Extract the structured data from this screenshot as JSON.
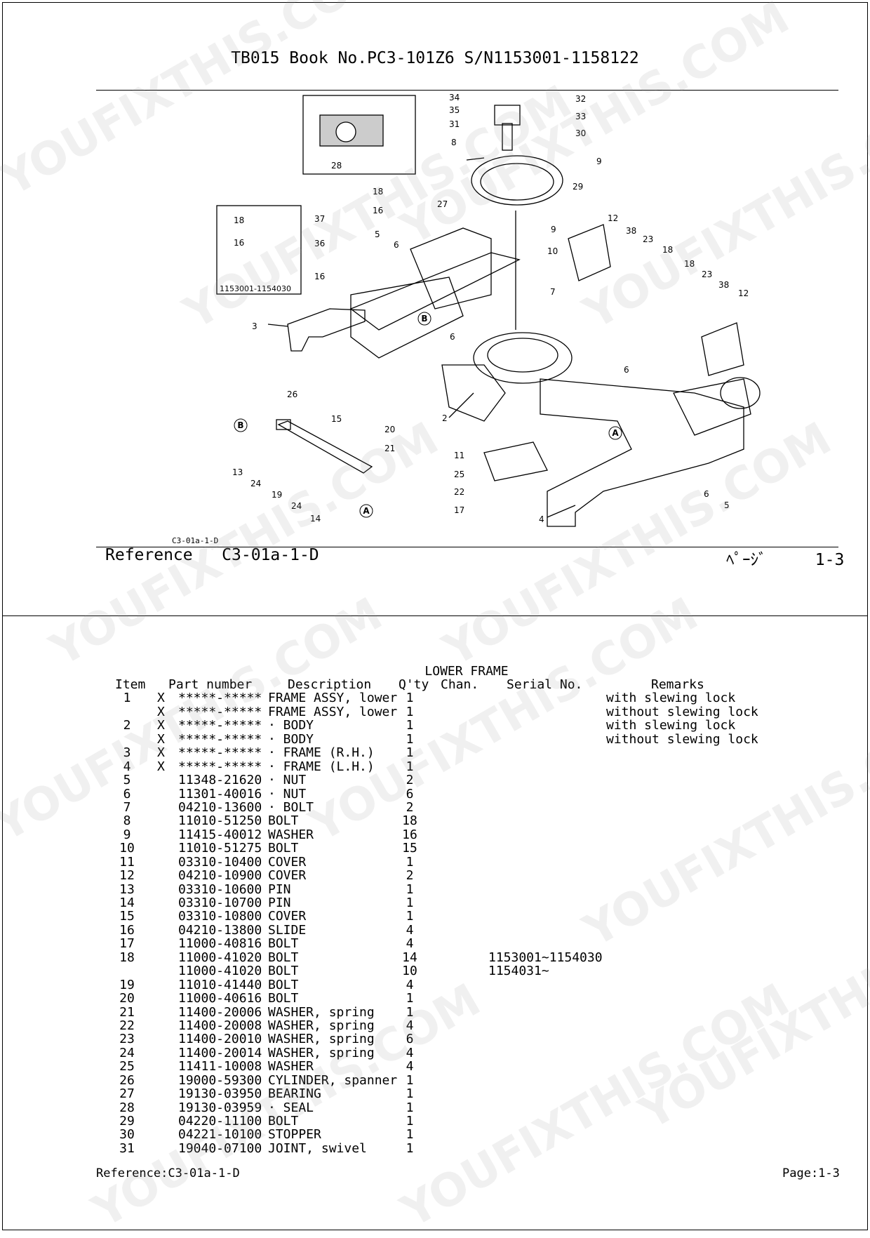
{
  "header": {
    "title": "TB015   Book No.PC3-101Z6 S/N1153001-1158122"
  },
  "diagram": {
    "inset_top": {
      "label": "28"
    },
    "inset_left": {
      "serial_range": "1153001-1154030",
      "labels": [
        "18",
        "16",
        "37",
        "36",
        "16"
      ]
    },
    "callouts": [
      "34",
      "35",
      "31",
      "8",
      "32",
      "33",
      "30",
      "9",
      "29",
      "27",
      "18",
      "16",
      "5",
      "6",
      "12",
      "38",
      "23",
      "18",
      "9",
      "10",
      "18",
      "23",
      "38",
      "12",
      "7",
      "3",
      "6",
      "6",
      "26",
      "15",
      "20",
      "21",
      "2",
      "11",
      "25",
      "22",
      "17",
      "4",
      "13",
      "24",
      "19",
      "24",
      "14",
      "6",
      "5"
    ],
    "circle_labels": [
      "B",
      "B",
      "A",
      "A"
    ],
    "tiny_ref": "C3-01a-1-D"
  },
  "footer_top": {
    "reference_label": "Reference",
    "reference_code": "C3-01a-1-D",
    "page_label": "ﾍﾟｰｼﾞ",
    "page_number": "1-3"
  },
  "parts_table": {
    "title": "LOWER FRAME",
    "headers": {
      "item": "Item",
      "part_number": "Part number",
      "description": "Description",
      "qty": "Q'ty",
      "chan": "Chan.",
      "serial": "Serial No.",
      "remarks": "Remarks"
    },
    "rows": [
      {
        "item": "1",
        "x": "X",
        "part": "*****-*****",
        "desc": "FRAME ASSY, lower",
        "qty": "1",
        "serial": "",
        "remarks": "with slewing lock"
      },
      {
        "item": "",
        "x": "X",
        "part": "*****-*****",
        "desc": "FRAME ASSY, lower",
        "qty": "1",
        "serial": "",
        "remarks": "without slewing lock"
      },
      {
        "item": "2",
        "x": "X",
        "part": "*****-*****",
        "desc": "· BODY",
        "qty": "1",
        "serial": "",
        "remarks": "with slewing lock"
      },
      {
        "item": "",
        "x": "X",
        "part": "*****-*****",
        "desc": "· BODY",
        "qty": "1",
        "serial": "",
        "remarks": "without slewing lock"
      },
      {
        "item": "3",
        "x": "X",
        "part": "*****-*****",
        "desc": "· FRAME (R.H.)",
        "qty": "1",
        "serial": "",
        "remarks": ""
      },
      {
        "item": "4",
        "x": "X",
        "part": "*****-*****",
        "desc": "· FRAME (L.H.)",
        "qty": "1",
        "serial": "",
        "remarks": ""
      },
      {
        "item": "5",
        "x": "",
        "part": "11348-21620",
        "desc": "· NUT",
        "qty": "2",
        "serial": "",
        "remarks": ""
      },
      {
        "item": "6",
        "x": "",
        "part": "11301-40016",
        "desc": "· NUT",
        "qty": "6",
        "serial": "",
        "remarks": ""
      },
      {
        "item": "7",
        "x": "",
        "part": "04210-13600",
        "desc": "· BOLT",
        "qty": "2",
        "serial": "",
        "remarks": ""
      },
      {
        "item": "8",
        "x": "",
        "part": "11010-51250",
        "desc": "BOLT",
        "qty": "18",
        "serial": "",
        "remarks": ""
      },
      {
        "item": "9",
        "x": "",
        "part": "11415-40012",
        "desc": "WASHER",
        "qty": "16",
        "serial": "",
        "remarks": ""
      },
      {
        "item": "10",
        "x": "",
        "part": "11010-51275",
        "desc": "BOLT",
        "qty": "15",
        "serial": "",
        "remarks": ""
      },
      {
        "item": "11",
        "x": "",
        "part": "03310-10400",
        "desc": "COVER",
        "qty": "1",
        "serial": "",
        "remarks": ""
      },
      {
        "item": "12",
        "x": "",
        "part": "04210-10900",
        "desc": "COVER",
        "qty": "2",
        "serial": "",
        "remarks": ""
      },
      {
        "item": "13",
        "x": "",
        "part": "03310-10600",
        "desc": "PIN",
        "qty": "1",
        "serial": "",
        "remarks": ""
      },
      {
        "item": "14",
        "x": "",
        "part": "03310-10700",
        "desc": "PIN",
        "qty": "1",
        "serial": "",
        "remarks": ""
      },
      {
        "item": "15",
        "x": "",
        "part": "03310-10800",
        "desc": "COVER",
        "qty": "1",
        "serial": "",
        "remarks": ""
      },
      {
        "item": "16",
        "x": "",
        "part": "04210-13800",
        "desc": "SLIDE",
        "qty": "4",
        "serial": "",
        "remarks": ""
      },
      {
        "item": "17",
        "x": "",
        "part": "11000-40816",
        "desc": "BOLT",
        "qty": "4",
        "serial": "",
        "remarks": ""
      },
      {
        "item": "18",
        "x": "",
        "part": "11000-41020",
        "desc": "BOLT",
        "qty": "14",
        "serial": "1153001~1154030",
        "remarks": ""
      },
      {
        "item": "",
        "x": "",
        "part": "11000-41020",
        "desc": "BOLT",
        "qty": "10",
        "serial": "1154031~",
        "remarks": ""
      },
      {
        "item": "19",
        "x": "",
        "part": "11010-41440",
        "desc": "BOLT",
        "qty": "4",
        "serial": "",
        "remarks": ""
      },
      {
        "item": "20",
        "x": "",
        "part": "11000-40616",
        "desc": "BOLT",
        "qty": "1",
        "serial": "",
        "remarks": ""
      },
      {
        "item": "21",
        "x": "",
        "part": "11400-20006",
        "desc": "WASHER, spring",
        "qty": "1",
        "serial": "",
        "remarks": ""
      },
      {
        "item": "22",
        "x": "",
        "part": "11400-20008",
        "desc": "WASHER, spring",
        "qty": "4",
        "serial": "",
        "remarks": ""
      },
      {
        "item": "23",
        "x": "",
        "part": "11400-20010",
        "desc": "WASHER, spring",
        "qty": "6",
        "serial": "",
        "remarks": ""
      },
      {
        "item": "24",
        "x": "",
        "part": "11400-20014",
        "desc": "WASHER, spring",
        "qty": "4",
        "serial": "",
        "remarks": ""
      },
      {
        "item": "25",
        "x": "",
        "part": "11411-10008",
        "desc": "WASHER",
        "qty": "4",
        "serial": "",
        "remarks": ""
      },
      {
        "item": "26",
        "x": "",
        "part": "19000-59300",
        "desc": "CYLINDER, spanner",
        "qty": "1",
        "serial": "",
        "remarks": ""
      },
      {
        "item": "27",
        "x": "",
        "part": "19130-03950",
        "desc": "BEARING",
        "qty": "1",
        "serial": "",
        "remarks": ""
      },
      {
        "item": "28",
        "x": "",
        "part": "19130-03959",
        "desc": "· SEAL",
        "qty": "1",
        "serial": "",
        "remarks": ""
      },
      {
        "item": "29",
        "x": "",
        "part": "04220-11100",
        "desc": "BOLT",
        "qty": "1",
        "serial": "",
        "remarks": ""
      },
      {
        "item": "30",
        "x": "",
        "part": "04221-10100",
        "desc": "STOPPER",
        "qty": "1",
        "serial": "",
        "remarks": ""
      },
      {
        "item": "31",
        "x": "",
        "part": "19040-07100",
        "desc": "JOINT, swivel",
        "qty": "1",
        "serial": "",
        "remarks": ""
      }
    ]
  },
  "footer_bottom": {
    "reference": "Reference:C3-01a-1-D",
    "page": "Page:1-3"
  },
  "watermark": "YOUFIXTHIS.COM"
}
